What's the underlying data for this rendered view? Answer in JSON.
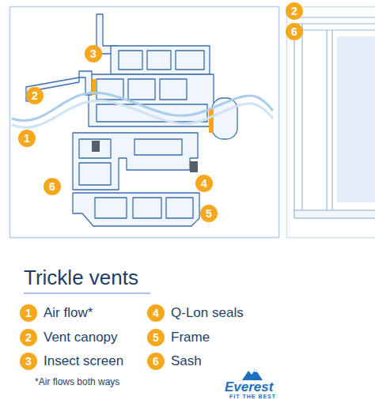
{
  "diagram": {
    "title": "Trickle vents",
    "nodes": [
      {
        "text": [
          "3"
        ]
      },
      {
        "text": [
          "2"
        ]
      },
      {
        "text": [
          "1"
        ]
      },
      {
        "text": [
          "6"
        ]
      },
      {
        "text": [
          "4"
        ]
      },
      {
        "text": [
          "5"
        ]
      },
      {
        "text": [
          "2"
        ]
      },
      {
        "text": [
          "6"
        ]
      },
      {
        "text": [
          "1",
          "Air flow*"
        ]
      },
      {
        "text": [
          "4",
          "Q-Lon seals"
        ]
      },
      {
        "text": [
          "2",
          "Vent canopy"
        ]
      },
      {
        "text": [
          "5",
          "Frame"
        ]
      },
      {
        "text": [
          "3",
          "Insect screen"
        ]
      },
      {
        "text": [
          "6",
          "Sash"
        ]
      }
    ],
    "labels": [
      "*Air flows both ways",
      "Everest",
      "FIT THE BEST"
    ]
  }
}
